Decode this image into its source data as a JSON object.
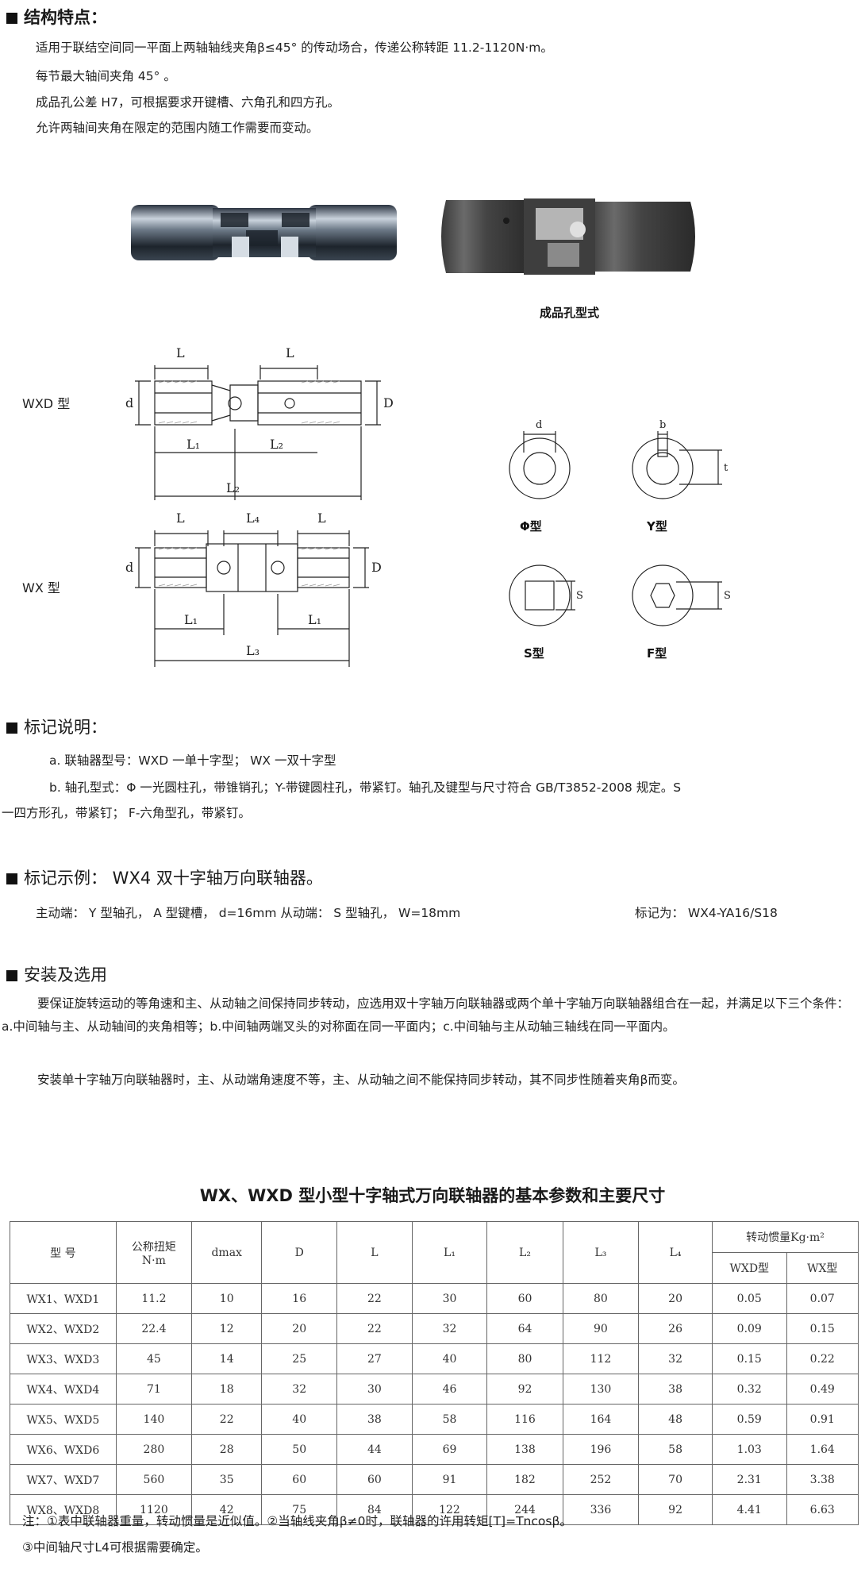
{
  "structure": {
    "title": "结构特点：",
    "lines": [
      "适用于联结空间同一平面上两轴轴线夹角β≤45° 的传动场合，传递公称转距 11.2-1120N·m。",
      "每节最大轴间夹角 45° 。",
      "成品孔公差 H7，可根据要求开键槽、六角孔和四方孔。",
      "允许两轴间夹角在限定的范围内随工作需要而变动。"
    ]
  },
  "photo_caption": "成品孔型式",
  "drawings": {
    "wxd_label": "WXD 型",
    "wx_label": "WX 型",
    "dims": {
      "L": "L",
      "L1": "L₁",
      "L2": "L₂",
      "L3": "L₃",
      "L4": "L₄",
      "d": "d",
      "D": "D",
      "b": "b",
      "t": "t",
      "s": "S"
    },
    "hole_types": [
      "Φ型",
      "Y型",
      "S型",
      "F型"
    ]
  },
  "marking": {
    "title": "标记说明：",
    "line_a": "a. 联轴器型号：WXD 一单十字型； WX 一双十字型",
    "line_b1": "b. 轴孔型式：Φ 一光圆柱孔，带锥销孔；Y-带键圆柱孔，带紧钉。轴孔及键型与尺寸符合 GB/T3852-2008 规定。S",
    "line_b2": "一四方形孔，带紧钉； F-六角型孔，带紧钉。"
  },
  "example": {
    "title": "标记示例：  WX4 双十字轴万向联轴器。",
    "line_main": "主动端： Y 型轴孔， A 型键槽， d=16mm 从动端： S 型轴孔， W=18mm",
    "line_mark": "标记为： WX4-YA16/S18"
  },
  "install": {
    "title": "安装及选用",
    "p1": "要保证旋转运动的等角速和主、从动轴之间保持同步转动，应选用双十字轴万向联轴器或两个单十字轴万向联轴器组合在一起，并满足以下三个条件：a.中间轴与主、从动轴间的夹角相等；b.中间轴两端叉头的对称面在同一平面内；c.中间轴与主从动轴三轴线在同一平面内。",
    "p2": "安装单十字轴万向联轴器时，主、从动端角速度不等，主、从动轴之间不能保持同步转动，其不同步性随着夹角β而变。"
  },
  "table": {
    "title": "WX、WXD 型小型十字轴式万向联轴器的基本参数和主要尺寸",
    "headers": {
      "model": "型 号",
      "torque": "公称扭矩",
      "torque_unit": "N·m",
      "dmax": "dmax",
      "D": "D",
      "L": "L",
      "L1": "L₁",
      "L2": "L₂",
      "L3": "L₃",
      "L4": "L₄",
      "inertia": "转动惯量Kg·m²",
      "wxd": "WXD型",
      "wx": "WX型"
    },
    "rows": [
      [
        "WX1、WXD1",
        "11.2",
        "10",
        "16",
        "22",
        "30",
        "60",
        "80",
        "20",
        "0.05",
        "0.07"
      ],
      [
        "WX2、WXD2",
        "22.4",
        "12",
        "20",
        "22",
        "32",
        "64",
        "90",
        "26",
        "0.09",
        "0.15"
      ],
      [
        "WX3、WXD3",
        "45",
        "14",
        "25",
        "27",
        "40",
        "80",
        "112",
        "32",
        "0.15",
        "0.22"
      ],
      [
        "WX4、WXD4",
        "71",
        "18",
        "32",
        "30",
        "46",
        "92",
        "130",
        "38",
        "0.32",
        "0.49"
      ],
      [
        "WX5、WXD5",
        "140",
        "22",
        "40",
        "38",
        "58",
        "116",
        "164",
        "48",
        "0.59",
        "0.91"
      ],
      [
        "WX6、WXD6",
        "280",
        "28",
        "50",
        "44",
        "69",
        "138",
        "196",
        "58",
        "1.03",
        "1.64"
      ],
      [
        "WX7、WXD7",
        "560",
        "35",
        "60",
        "60",
        "91",
        "182",
        "252",
        "70",
        "2.31",
        "3.38"
      ],
      [
        "WX8、WXD8",
        "1120",
        "42",
        "75",
        "84",
        "122",
        "244",
        "336",
        "92",
        "4.41",
        "6.63"
      ]
    ]
  },
  "notes": {
    "n1": "注：①表中联轴器重量，转动惯量是近似值。②当轴线夹角β≠0时，联轴器的许用转矩[T]=Tncosβ。",
    "n2": "③中间轴尺寸L4可根据需要确定。"
  }
}
